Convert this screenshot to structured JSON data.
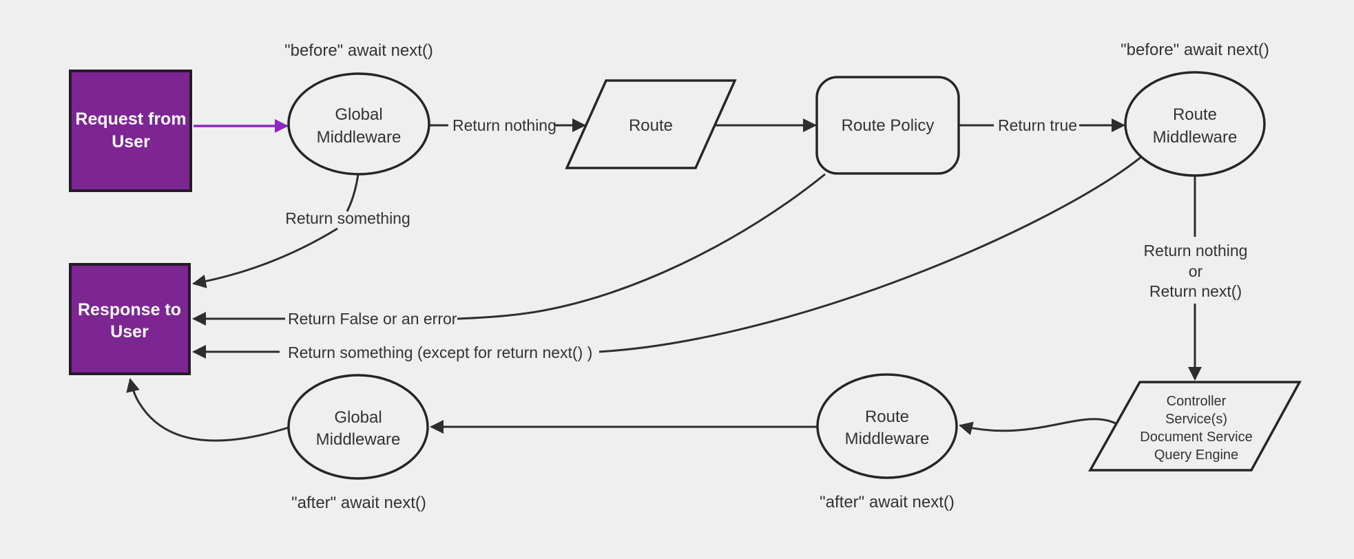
{
  "colors": {
    "background": "#efefef",
    "node_fill": "#efefef",
    "node_border": "#262626",
    "edge": "#2e2e2e",
    "label_text": "#333333",
    "accent_fill": "#7d2593",
    "accent_border": "#241a28",
    "accent_arrow": "#8e28c0",
    "box_text": "#ffffff"
  },
  "nodes": {
    "request": {
      "lines": [
        "Request from",
        "User"
      ]
    },
    "global_mw_top": {
      "lines": [
        "Global",
        "Middleware"
      ]
    },
    "route": {
      "label": "Route"
    },
    "route_policy": {
      "label": "Route Policy"
    },
    "route_mw_top": {
      "lines": [
        "Route",
        "Middleware"
      ]
    },
    "response": {
      "lines": [
        "Response to",
        "User"
      ]
    },
    "global_mw_bottom": {
      "lines": [
        "Global",
        "Middleware"
      ]
    },
    "route_mw_bottom": {
      "lines": [
        "Route",
        "Middleware"
      ]
    },
    "controller": {
      "lines": [
        "Controller",
        "Service(s)",
        "Document Service",
        "Query Engine"
      ]
    }
  },
  "annotations": {
    "before_global": "\"before\" await next()",
    "before_route": "\"before\" await next()",
    "after_global": "\"after\" await next()",
    "after_route": "\"after\" await next()"
  },
  "edge_labels": {
    "return_nothing": "Return nothing",
    "return_true": "Return true",
    "return_something": "Return something",
    "return_false": "Return False or an error",
    "return_something_except": "Return something (except for return next() )",
    "return_nothing_or": [
      "Return nothing",
      "or",
      "Return next()"
    ]
  }
}
